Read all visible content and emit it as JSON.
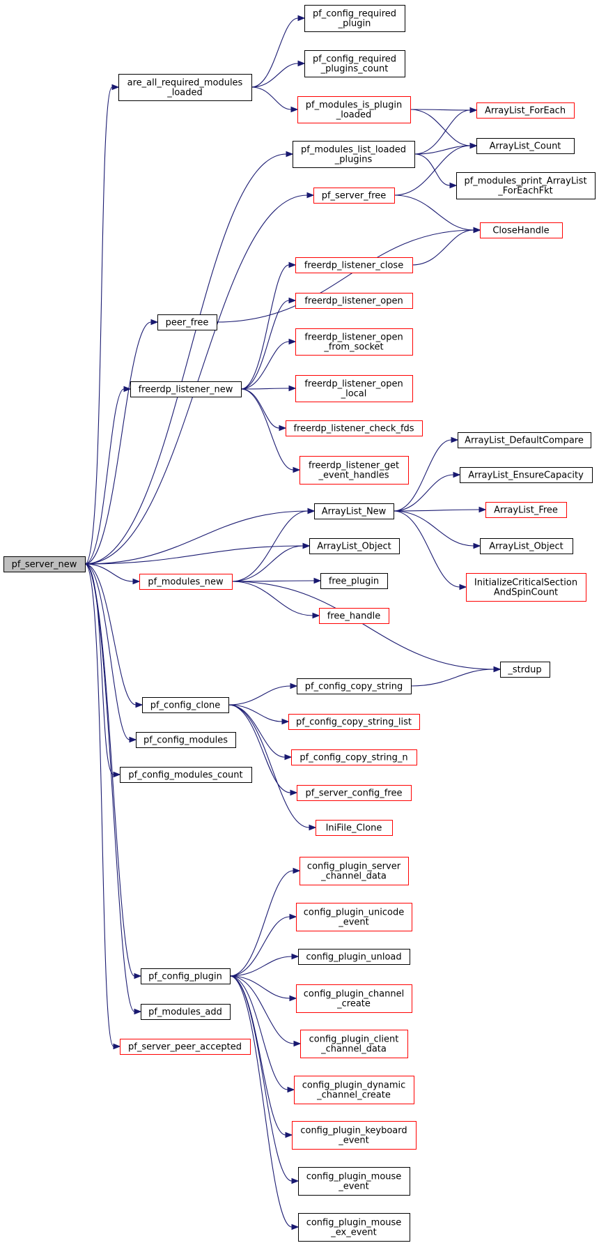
{
  "colors": {
    "edge": "#191970",
    "box_border_default": "#000000",
    "box_border_red": "#ff0000",
    "box_fill_root": "#bfbfbf",
    "box_fill_default": "#ffffff"
  },
  "nodes": [
    {
      "id": "pf_server_new",
      "lines": [
        "pf_server_new"
      ],
      "style": "root"
    },
    {
      "id": "are_all_required_modules_loaded",
      "lines": [
        "are_all_required_modules",
        "_loaded"
      ],
      "style": "black"
    },
    {
      "id": "pf_config_required_plugin",
      "lines": [
        "pf_config_required",
        "_plugin"
      ],
      "style": "black"
    },
    {
      "id": "pf_config_required_plugins_count",
      "lines": [
        "pf_config_required",
        "_plugins_count"
      ],
      "style": "black"
    },
    {
      "id": "pf_modules_is_plugin_loaded",
      "lines": [
        "pf_modules_is_plugin",
        "_loaded"
      ],
      "style": "red"
    },
    {
      "id": "ArrayList_ForEach",
      "lines": [
        "ArrayList_ForEach"
      ],
      "style": "red"
    },
    {
      "id": "pf_modules_list_loaded_plugins",
      "lines": [
        "pf_modules_list_loaded",
        "_plugins"
      ],
      "style": "black"
    },
    {
      "id": "ArrayList_Count",
      "lines": [
        "ArrayList_Count"
      ],
      "style": "black"
    },
    {
      "id": "pf_modules_print_ArrayList_ForEachFkt",
      "lines": [
        "pf_modules_print_ArrayList",
        "_ForEachFkt"
      ],
      "style": "black"
    },
    {
      "id": "pf_server_free",
      "lines": [
        "pf_server_free"
      ],
      "style": "red"
    },
    {
      "id": "CloseHandle",
      "lines": [
        "CloseHandle"
      ],
      "style": "red"
    },
    {
      "id": "freerdp_listener_close",
      "lines": [
        "freerdp_listener_close"
      ],
      "style": "red"
    },
    {
      "id": "peer_free",
      "lines": [
        "peer_free"
      ],
      "style": "black"
    },
    {
      "id": "freerdp_listener_open",
      "lines": [
        "freerdp_listener_open"
      ],
      "style": "red"
    },
    {
      "id": "freerdp_listener_open_from_socket",
      "lines": [
        "freerdp_listener_open",
        "_from_socket"
      ],
      "style": "red"
    },
    {
      "id": "freerdp_listener_new",
      "lines": [
        "freerdp_listener_new"
      ],
      "style": "black"
    },
    {
      "id": "freerdp_listener_open_local",
      "lines": [
        "freerdp_listener_open",
        "_local"
      ],
      "style": "red"
    },
    {
      "id": "freerdp_listener_check_fds",
      "lines": [
        "freerdp_listener_check_fds"
      ],
      "style": "red"
    },
    {
      "id": "freerdp_listener_get_event_handles",
      "lines": [
        "freerdp_listener_get",
        "_event_handles"
      ],
      "style": "red"
    },
    {
      "id": "ArrayList_DefaultCompare",
      "lines": [
        "ArrayList_DefaultCompare"
      ],
      "style": "black"
    },
    {
      "id": "ArrayList_EnsureCapacity",
      "lines": [
        "ArrayList_EnsureCapacity"
      ],
      "style": "black"
    },
    {
      "id": "ArrayList_New",
      "lines": [
        "ArrayList_New"
      ],
      "style": "black"
    },
    {
      "id": "ArrayList_Free",
      "lines": [
        "ArrayList_Free"
      ],
      "style": "red"
    },
    {
      "id": "ArrayList_Object_mid",
      "lines": [
        "ArrayList_Object"
      ],
      "style": "black"
    },
    {
      "id": "ArrayList_Object_right",
      "lines": [
        "ArrayList_Object"
      ],
      "style": "black"
    },
    {
      "id": "pf_modules_new",
      "lines": [
        "pf_modules_new"
      ],
      "style": "red"
    },
    {
      "id": "InitializeCriticalSectionAndSpinCount",
      "lines": [
        "InitializeCriticalSection",
        "AndSpinCount"
      ],
      "style": "red"
    },
    {
      "id": "free_plugin",
      "lines": [
        "free_plugin"
      ],
      "style": "black"
    },
    {
      "id": "free_handle",
      "lines": [
        "free_handle"
      ],
      "style": "red"
    },
    {
      "id": "_strdup",
      "lines": [
        "_strdup"
      ],
      "style": "black"
    },
    {
      "id": "pf_config_copy_string",
      "lines": [
        "pf_config_copy_string"
      ],
      "style": "black"
    },
    {
      "id": "pf_config_clone",
      "lines": [
        "pf_config_clone"
      ],
      "style": "black"
    },
    {
      "id": "pf_config_copy_string_list",
      "lines": [
        "pf_config_copy_string_list"
      ],
      "style": "red"
    },
    {
      "id": "pf_config_modules",
      "lines": [
        "pf_config_modules"
      ],
      "style": "black"
    },
    {
      "id": "pf_config_copy_string_n",
      "lines": [
        "pf_config_copy_string_n"
      ],
      "style": "red"
    },
    {
      "id": "pf_config_modules_count",
      "lines": [
        "pf_config_modules_count"
      ],
      "style": "black"
    },
    {
      "id": "pf_server_config_free",
      "lines": [
        "pf_server_config_free"
      ],
      "style": "red"
    },
    {
      "id": "IniFile_Clone",
      "lines": [
        "IniFile_Clone"
      ],
      "style": "red"
    },
    {
      "id": "config_plugin_server_channel_data",
      "lines": [
        "config_plugin_server",
        "_channel_data"
      ],
      "style": "red"
    },
    {
      "id": "config_plugin_unicode_event",
      "lines": [
        "config_plugin_unicode",
        "_event"
      ],
      "style": "red"
    },
    {
      "id": "config_plugin_unload",
      "lines": [
        "config_plugin_unload"
      ],
      "style": "black"
    },
    {
      "id": "pf_config_plugin",
      "lines": [
        "pf_config_plugin"
      ],
      "style": "black"
    },
    {
      "id": "config_plugin_channel_create",
      "lines": [
        "config_plugin_channel",
        "_create"
      ],
      "style": "red"
    },
    {
      "id": "pf_modules_add",
      "lines": [
        "pf_modules_add"
      ],
      "style": "black"
    },
    {
      "id": "config_plugin_client_channel_data",
      "lines": [
        "config_plugin_client",
        "_channel_data"
      ],
      "style": "red"
    },
    {
      "id": "pf_server_peer_accepted",
      "lines": [
        "pf_server_peer_accepted"
      ],
      "style": "red"
    },
    {
      "id": "config_plugin_dynamic_channel_create",
      "lines": [
        "config_plugin_dynamic",
        "_channel_create"
      ],
      "style": "red"
    },
    {
      "id": "config_plugin_keyboard_event",
      "lines": [
        "config_plugin_keyboard",
        "_event"
      ],
      "style": "red"
    },
    {
      "id": "config_plugin_mouse_event",
      "lines": [
        "config_plugin_mouse",
        "_event"
      ],
      "style": "black"
    },
    {
      "id": "config_plugin_mouse_ex_event",
      "lines": [
        "config_plugin_mouse",
        "_ex_event"
      ],
      "style": "black"
    }
  ],
  "edges": [
    [
      "pf_server_new",
      "are_all_required_modules_loaded"
    ],
    [
      "pf_server_new",
      "pf_modules_list_loaded_plugins"
    ],
    [
      "pf_server_new",
      "pf_server_free"
    ],
    [
      "pf_server_new",
      "peer_free"
    ],
    [
      "pf_server_new",
      "freerdp_listener_new"
    ],
    [
      "pf_server_new",
      "ArrayList_New"
    ],
    [
      "pf_server_new",
      "ArrayList_Object_mid"
    ],
    [
      "pf_server_new",
      "pf_modules_new"
    ],
    [
      "pf_server_new",
      "pf_config_clone"
    ],
    [
      "pf_server_new",
      "pf_config_modules"
    ],
    [
      "pf_server_new",
      "pf_config_modules_count"
    ],
    [
      "pf_server_new",
      "pf_config_plugin"
    ],
    [
      "pf_server_new",
      "pf_modules_add"
    ],
    [
      "pf_server_new",
      "pf_server_peer_accepted"
    ],
    [
      "are_all_required_modules_loaded",
      "pf_config_required_plugin"
    ],
    [
      "are_all_required_modules_loaded",
      "pf_config_required_plugins_count"
    ],
    [
      "are_all_required_modules_loaded",
      "pf_modules_is_plugin_loaded"
    ],
    [
      "pf_modules_is_plugin_loaded",
      "ArrayList_ForEach"
    ],
    [
      "pf_modules_is_plugin_loaded",
      "ArrayList_Count"
    ],
    [
      "pf_modules_list_loaded_plugins",
      "ArrayList_ForEach"
    ],
    [
      "pf_modules_list_loaded_plugins",
      "ArrayList_Count"
    ],
    [
      "pf_modules_list_loaded_plugins",
      "pf_modules_print_ArrayList_ForEachFkt"
    ],
    [
      "pf_server_free",
      "ArrayList_Count"
    ],
    [
      "pf_server_free",
      "CloseHandle"
    ],
    [
      "peer_free",
      "CloseHandle"
    ],
    [
      "freerdp_listener_close",
      "CloseHandle"
    ],
    [
      "freerdp_listener_new",
      "freerdp_listener_close"
    ],
    [
      "freerdp_listener_new",
      "freerdp_listener_open"
    ],
    [
      "freerdp_listener_new",
      "freerdp_listener_open_from_socket"
    ],
    [
      "freerdp_listener_new",
      "freerdp_listener_open_local"
    ],
    [
      "freerdp_listener_new",
      "freerdp_listener_check_fds"
    ],
    [
      "freerdp_listener_new",
      "freerdp_listener_get_event_handles"
    ],
    [
      "ArrayList_New",
      "ArrayList_DefaultCompare"
    ],
    [
      "ArrayList_New",
      "ArrayList_EnsureCapacity"
    ],
    [
      "ArrayList_New",
      "ArrayList_Free"
    ],
    [
      "ArrayList_New",
      "ArrayList_Object_right"
    ],
    [
      "ArrayList_New",
      "InitializeCriticalSectionAndSpinCount"
    ],
    [
      "pf_modules_new",
      "ArrayList_New"
    ],
    [
      "pf_modules_new",
      "ArrayList_Object_mid"
    ],
    [
      "pf_modules_new",
      "free_plugin"
    ],
    [
      "pf_modules_new",
      "free_handle"
    ],
    [
      "pf_modules_new",
      "_strdup"
    ],
    [
      "pf_config_copy_string",
      "_strdup"
    ],
    [
      "pf_config_clone",
      "pf_config_copy_string"
    ],
    [
      "pf_config_clone",
      "pf_config_copy_string_list"
    ],
    [
      "pf_config_clone",
      "pf_config_copy_string_n"
    ],
    [
      "pf_config_clone",
      "pf_server_config_free"
    ],
    [
      "pf_config_clone",
      "IniFile_Clone"
    ],
    [
      "pf_config_plugin",
      "config_plugin_server_channel_data"
    ],
    [
      "pf_config_plugin",
      "config_plugin_unicode_event"
    ],
    [
      "pf_config_plugin",
      "config_plugin_unload"
    ],
    [
      "pf_config_plugin",
      "config_plugin_channel_create"
    ],
    [
      "pf_config_plugin",
      "config_plugin_client_channel_data"
    ],
    [
      "pf_config_plugin",
      "config_plugin_dynamic_channel_create"
    ],
    [
      "pf_config_plugin",
      "config_plugin_keyboard_event"
    ],
    [
      "pf_config_plugin",
      "config_plugin_mouse_event"
    ],
    [
      "pf_config_plugin",
      "config_plugin_mouse_ex_event"
    ]
  ]
}
